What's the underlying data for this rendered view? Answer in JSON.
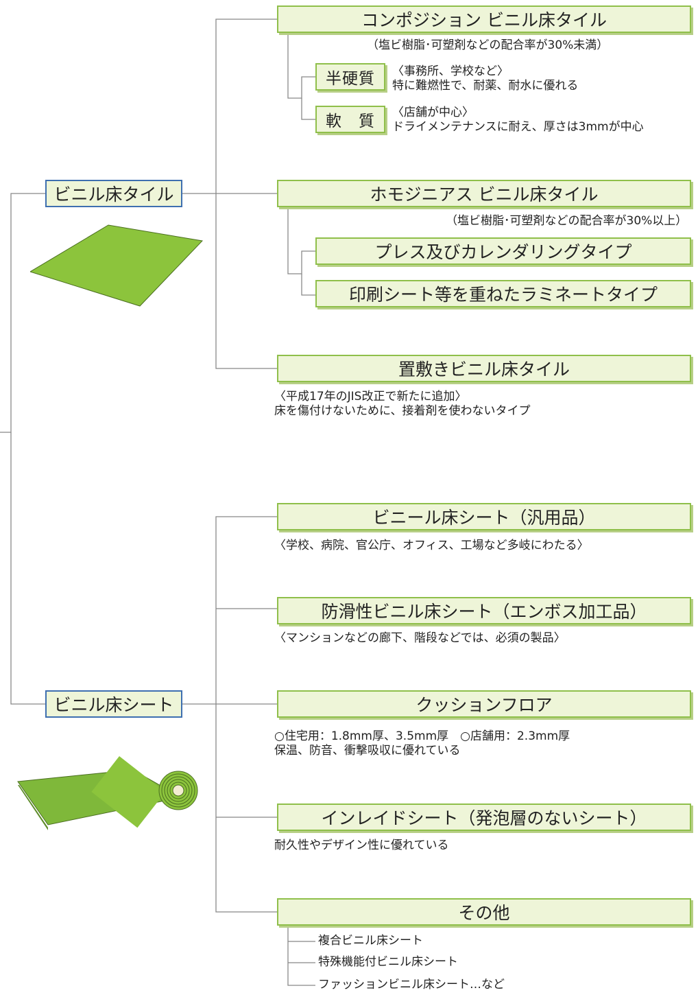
{
  "categories": {
    "tile": {
      "label": "ビニル床タイル"
    },
    "sheet": {
      "label": "ビニル床シート"
    }
  },
  "tile_types": {
    "composition": {
      "title": "コンポジション ビニル床タイル",
      "note": "（塩ビ樹脂･可塑剤などの配合率が30%未満）",
      "sub": [
        {
          "label": "半硬質",
          "desc1": "〈事務所、学校など〉",
          "desc2": "特に難燃性で、耐薬、耐水に優れる"
        },
        {
          "label": "軟　質",
          "desc1": "〈店舗が中心〉",
          "desc2": "ドライメンテナンスに耐え、厚さは3mmが中心"
        }
      ]
    },
    "homogeneous": {
      "title": "ホモジニアス ビニル床タイル",
      "note": "（塩ビ樹脂･可塑剤などの配合率が30%以上）",
      "sub": [
        {
          "label": "プレス及びカレンダリングタイプ"
        },
        {
          "label": "印刷シート等を重ねたラミネートタイプ"
        }
      ]
    },
    "loose_lay": {
      "title": "置敷きビニル床タイル",
      "desc1": "〈平成17年のJIS改正で新たに追加〉",
      "desc2": "床を傷付けないために、接着剤を使わないタイプ"
    }
  },
  "sheet_types": {
    "general": {
      "title": "ビニール床シート（汎用品）",
      "desc1": "〈学校、病院、官公庁、オフィス、工場など多岐にわたる〉"
    },
    "antislip": {
      "title": "防滑性ビニル床シート（エンボス加工品）",
      "desc1": "〈マンションなどの廊下、階段などでは、必須の製品〉"
    },
    "cushion": {
      "title": "クッションフロア",
      "desc1": "○住宅用：1.8mm厚、3.5mm厚　○店舗用：2.3mm厚",
      "desc2": "保温、防音、衝撃吸収に優れている"
    },
    "inlaid": {
      "title": "インレイドシート（発泡層のないシート）",
      "desc1": "耐久性やデザイン性に優れている"
    },
    "other": {
      "title": "その他",
      "items": [
        "複合ビニル床シート",
        "特殊機能付ビニル床シート",
        "ファッションビニル床シート…など"
      ]
    }
  },
  "colors": {
    "box_fill": "#eef5d8",
    "box_border_green": "#8fbf4a",
    "box_border_blue": "#3e6fb0",
    "connector": "#888888",
    "material_green": "#8cc43c"
  }
}
